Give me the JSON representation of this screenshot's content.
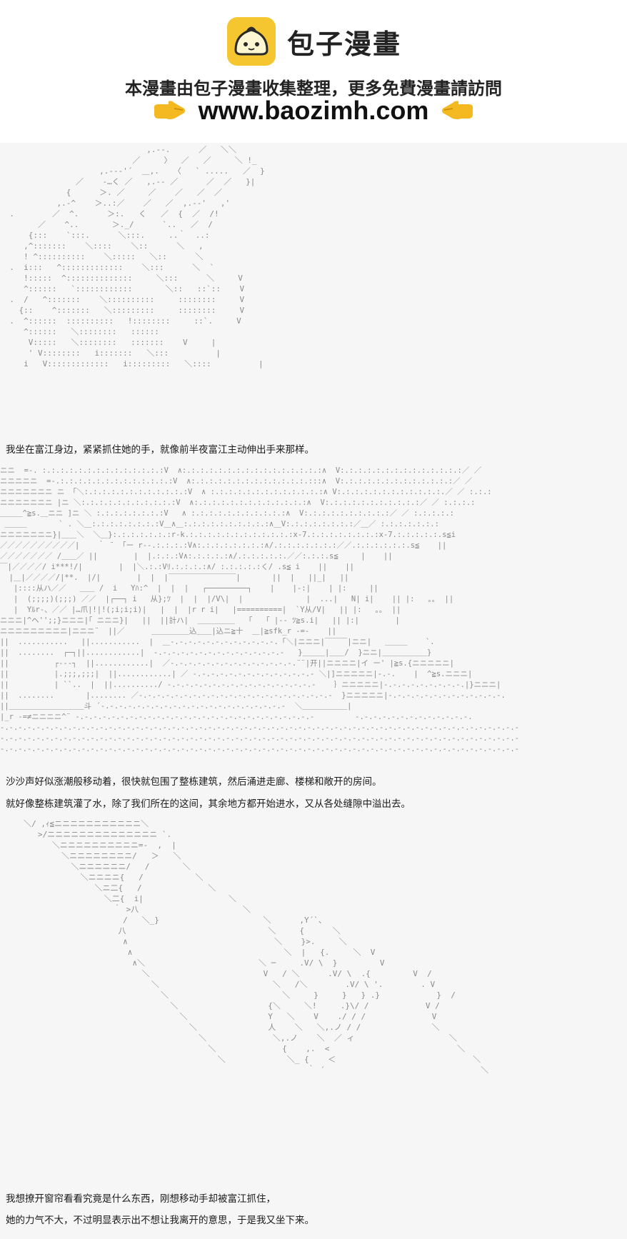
{
  "banner": {
    "logo_text": "包子漫畫",
    "tagline": "本漫畫由包子漫畫收集整理，更多免費漫畫請訪問",
    "url": "www.baozimh.com",
    "colors": {
      "logo_yellow": "#f6c630",
      "hand_yellow": "#f4b820"
    },
    "icons": [
      "bun-logo-icon",
      "pointing-hand-right-icon",
      "pointing-hand-left-icon"
    ]
  },
  "captions": [
    "我坐在富江身边，紧紧抓住她的手，就像前半夜富江主动伸出手来那样。",
    "沙沙声好似涨潮般移动着，很快就包围了整栋建筑，然后涌进走廊、楼梯和敞开的房间。",
    "就好像整栋建筑灌了水，除了我们所在的这间，其余地方都开始进水，又从各处缝隙中溢出去。",
    "我想撩开窗帘看看究竟是什么东西，刚想移动手却被富江抓住，",
    "她的力气不大，不过明显表示出不想让我离开的意思，于是我又坐下来。"
  ],
  "art_panels": {
    "panel1": [
      "                               ,.-‐.      ／   ＼＼",
      "                            ／     〉  ／   ／     ＼ !_",
      "                     ,.--‐'´  ＿,.   〈   ` .....   ／  }",
      "                ／    ‐…く ／   ,.-‐ ／      ／  ／   }|",
      "              {      ＞. ／     ／    ／   ／  ／",
      "            ,.-^    ＞..:／    ／   ／  ,.-‐'   ,'",
      "  .        ／  ^.      ＞:.   く   ／  {  ／  /!",
      "        ／    ^..       ＞._/      `..   ／  /",
      "      {:::    `:::.      ＼:::.     ..｀  ..:",
      "     ,^:::::::    ＼::::    ＼::      ＼   ,",
      "     ! ^::::::::::    ＼:::::   ＼::      ＼",
      "  .  i:::   ^:::::::::::::    ＼:::      ＼  `",
      "     !:::::  ^::::::::::::::     ＼:::      ＼     V",
      "     ^::::::   `::::::::::::       ＼::   ::`::    V",
      "  .  /   ^:::::::    ＼::::::::::     ::::::::     V",
      "    {::    ^:::::::   ＼:::::::::     ::::::::     V",
      "  .  ^::::::  ::::::::::   !::::::::     ::`.     V",
      "     ^::::::   ＼::::::::   ::::::",
      "      V:::::   ＼::::::::   :::::::    V     |",
      "      ' V::::::::   i:::::::   ＼:::          |",
      "     i   V:::::::::::::   i:::::::::   ＼::::          |"
    ],
    "panel2": [
      "ニニ  =-. :.:.:.:.:.:.:.:.:.:.:.:.:.:V  ∧:.:.:.:.:.:.:.:.:.:.:.:.:.:.:.:∧  V:.:.:.:.:.:.:.:.:.:.:.:.:.:／ ／",
      "ニニニニニ  =-.:.:.:.:.:.:.:.:.:.:.:.:.:V  ∧:.:.:.:.:.:.:.:.:.:.:.:.:.:::∧  V:.:.:.:.:.:.:.:.:.:.:.:.:／ ／",
      "ニニニニニニニ ニ 「＼:.:.:.:.:.:.:.:.:.:.:.:V  ∧ :.:.:.:.:.:.:.:.:.:.:.:.:∧ V:.:.:.:.:.:.:.:.:.:.:.:.／ ／ :.:.:",
      "ニニニニニニニ |ニ ＼:.:.:.:.:.:.:.:.:.:.:V  ∧:.:.:.:.:.:.:.:.:.:.:.:.:∧  V:.:.:.:.:.:.:.:.:.:.:／ ／ :.:.:.:",
      "＿＿＿^≧s.＿ニニ ]ニ ＼ :.:.:.:.:.:.:.:V   ∧ :.:.:.:.:.:.:.:.:.:.:∧  V:.:.:.:.:.:.:.:.:.:／ ／ :.:.:.:.:",
      " ＿＿＿       ` . ＼＿:.:.:.:.:.:.:.:V＿∧＿:.:.:.:.:.:.:.:.:.:∧＿V:.:.:.:.:.:.:.:／＿／ :.:.:.:.:.:.:",
      "ニニニニニニニ}|＿＿＼  ＼＿}:.:.:.:.:.:.:r-k.:.:.:.:.:.:.:.:.:.:.:.:x-7.:.:.:.:.:.:.:.:x-7.:.:.:.:.:.s≦i",
      "／／／／／／／／／／|    ｀ ¨ 「ー r--.:.:.:.:V∧:.:.:.:.:.:.:.:∧/.:.:.:.:.:.:.:／／.:.:.:.:.:.:.s≦    ||",
      "／／／／／／／ /＿＿／ ||        |  |.:.:.:V∧:.:.:.:.:∧/.:.:.:.:.:.／／:.:.:.s≦     |    ||",
      "￣|／／／／/ i***!/|        |  |＼.:.:Vﾘ.:.:.:.:∧/ :.:.:.:.:く/ .s≦ i    ||    ||",
      "  |＿|／／／／/|**.  |/|        |  |  |￣￣￣￣￣￣￣￣￣|       ||  |   ||_|   ||",
      "   |::::从ハ／／   ＿＿ /  i   Yﾊ:^  |  |  |   ┌─────────┐    |    |-:|    | |:     ||",
      "   |  (;;;;)(;;;) ／／  |┌──┐ i   从};ﾂ  |  |  |/V\\|  |              |  ...|   N| i|    || |:   ｡｡  ||",
      "   |  Yﾙr‐、／／ |…爪|!|!(;i;i;i)|   |  |  |r r i|   |==========|  `Y从/V|   || |:   ｡｡  ||",
      "ニニニ|^ヘ'';;}ニニニ|｢ ニニニ}|   ||  ||計ハ|  ＿＿＿＿＿   ｢   ｢ |‐‐ ﾂ≧s.i|   || |:|        |",
      "ニニニニニニニニニ|ニニニ¨  ||／      ＿＿＿＿＿込＿＿|込ニ≧十  ＿|≧sfk_r -=-    ||",
      "||  ...........   ||...........  |  ＿-.-.-.-.-.-.-.-.-.-.-.-.「＼|ニニニ|￣￣￣|ニニ|   ＿＿＿    `.",
      "||  ........  ┌─┐||............|  -.-.-.-.-.-.-.-.-.-.-.-.-.-.-   }＿＿＿|＿＿/  }ニニ|＿＿＿＿＿＿}",
      "||          ┌‐‐‐┐  ||............|  ／-.-.-.-.-.-.-.-.-.-.-.-.-.-.¨¨|开||ニニニニ|イ ー' |≧s.{ニニニニニ|",
      "||          |.;;;,;;;|  ||............| ／ -.-.-.-.-.-.-.-.-.-.-.-.-.- ＼|]ニニニニニ|-.-.    |  ^≧s.ニニニ|",
      "||          | ``..  |  ||........../ -.-.-.-.-.-.-.-.-.-.-.-.-.-.-.-.-    ｝ニニニニニ|-.-.-.-.-.-.-.-.-.|}ニニニ|",
      "||  ........       |........ ／-.-.-.-.-.-.-.-.-.-.-.-.-.-.-.-.-.-.-.-.-.-  }ニニニニニ|-.-.-.-.-.-.-.-.-.-.-.-.-.",
      "||＿＿＿＿＿＿＿＿＿＿斗 ´-.-.-.-.-.-.-.-.-.-.-.-.-.-.-.-.-.-.-.-.-  ＼＿＿＿＿＿＿|",
      "|_r -=≠ニニニニ^¨ -.-.-.-.-.-.-.-.-.-.-.-.-.-.-.-.-.-.-.-.-.-.-.-.-.-.-         -.-.-.-.-.-.-.-.-.-.-.-.-.",
      "-.-.-.-.-.-.-.-.-.-.-.-.-.-.-.-.-.-.-.-.-.-.-.-.-.-.-.-.-.-.-.-.-.-.-.-.-.-.-.-.-.-.-.-.-.-.-.-.-.-.-.-.-.-.-.-.-.-",
      "-.-.-.-.-.-.-.-.-.-.-.-.-.-.-.-.-.-.-.-.-.-.-.-.-.-.-.-.-.-.-.-.-.-.-.-.-.-.-.-.-.-.-.-.-.-.-.-.-.-.-.-.-.-.-.-.-.-",
      "-.-.-.-.-.-.-.-.-.-.-.-.-.-.-.-.-.-.-.-.-.-.-.-.-.-.-.-.-.-.-.-.-.-.-.-.-.-.-.-.-.-.-.-.-.-.-.-.-.-.-.-.-.-.-.-.-.-"
    ],
    "panel3": [
      "     ＼/ ,ｨ≦ニニニニニニニニニニニ＼",
      "        >/ニニニニニニニニニニニニニニ `.",
      "           ＼ニニニニニニニニニニ=-  ,  |",
      "             ＼ニニニニニニニニ/   ＞   ＼",
      "               ＼ニニニニニニ/   /       ＼",
      "                 ＼ニニニニ{   /           ＼",
      "                    ＼ニ二{   /              ＼",
      "                      ＼二{  i|                  ＼",
      "                        ｀ >八                      ＼",
      "                          /   ＼_}                      ＼      ,Y´`、",
      "                         八                              ＼     {      ＼",
      "                          ∧                               ＼    }>.     ＼",
      "                           ∧                                ＼  |   {.     ＼  V",
      "                            ∧＼                        ＼ ─     .V/ \\  }         V",
      "                              ＼                        V   / ＼      .V/ \\  .{         V  /",
      "                                ＼                        ＼   /＼        .V/ \\ '.        . V",
      "                                  ＼                        ＼     }     }   } .}            }  /",
      "                                    ＼                   {＼     ＼!     .}\\/ /            V /",
      "                                      ＼                 Y   ＼    V    ./ / /              V",
      "                                        ＼               人    ＼   ＼,.ノ / /               ＼",
      "                                          ＼              ＼,.ノ    ＼  ／ ィ                    ＼",
      "                                            ＼              {    ,.  <                           ＼",
      "                                              ＼             ＼_ {    ＜                             ＼",
      "                                                                 ｀ ´                                 ＼"
    ]
  }
}
